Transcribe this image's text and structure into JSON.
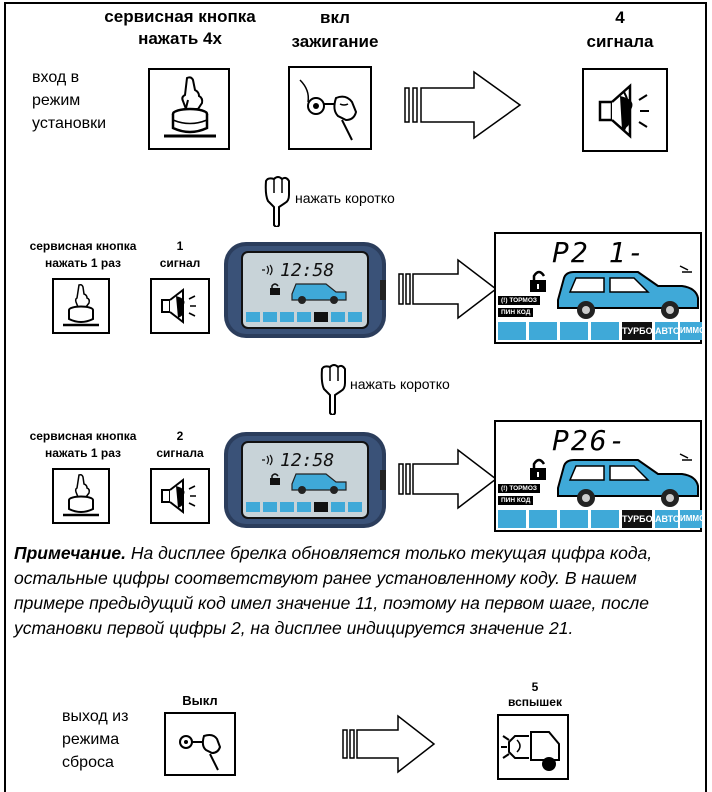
{
  "step1": {
    "service_line1": "сервисная кнопка",
    "service_line2": "нажать 4х",
    "ignition_line1": "вкл",
    "ignition_line2": "зажигание",
    "signals_line1": "4",
    "signals_line2": "сигнала",
    "enter_line1": "вход в",
    "enter_line2": "режим",
    "enter_line3": "установки"
  },
  "press_short_1": "нажать коротко",
  "press_short_2": "нажать коротко",
  "step2": {
    "service_line1": "сервисная кнопка",
    "service_line2": "нажать 1 раз",
    "signals_line1": "1",
    "signals_line2": "сигнал",
    "fob_time": "12:58",
    "code": "P2 1-",
    "brake": "ТОРМОЗ",
    "pin": "ПИН КОД",
    "turbo": "ТУРБО",
    "auto": "АВТО",
    "immo": "ИММО"
  },
  "step3": {
    "service_line1": "сервисная кнопка",
    "service_line2": "нажать 1 раз",
    "signals_line1": "2",
    "signals_line2": "сигнала",
    "fob_time": "12:58",
    "code": "P26-",
    "brake": "ТОРМОЗ",
    "pin": "ПИН КОД",
    "turbo": "ТУРБО",
    "auto": "АВТО",
    "immo": "ИММО"
  },
  "note": {
    "label": "Примечание.",
    "text": " На дисплее брелка обновляется только текущая цифра кода, остальные цифры соответствуют ранее установленному коду. В нашем примере предыдущий код имел значение 11, поэтому на первом шаге, после установки первой цифры 2,  на дисплее индицируется значение 21."
  },
  "exit": {
    "off_label": "Выкл",
    "flashes_line1": "5",
    "flashes_line2": "вспышек",
    "exit_line1": "выход из",
    "exit_line2": "режима",
    "exit_line3": "сброса"
  },
  "colors": {
    "lcd_blue": "#3fa9d8",
    "fob_body": "#2b3d5c"
  },
  "icons": [
    "service-button-icon",
    "ignition-key-icon",
    "siren-icon",
    "pointing-hand-icon",
    "arrow-right-icon",
    "keyfob-icon",
    "padlock-icon",
    "car-icon",
    "headlight-icon"
  ]
}
